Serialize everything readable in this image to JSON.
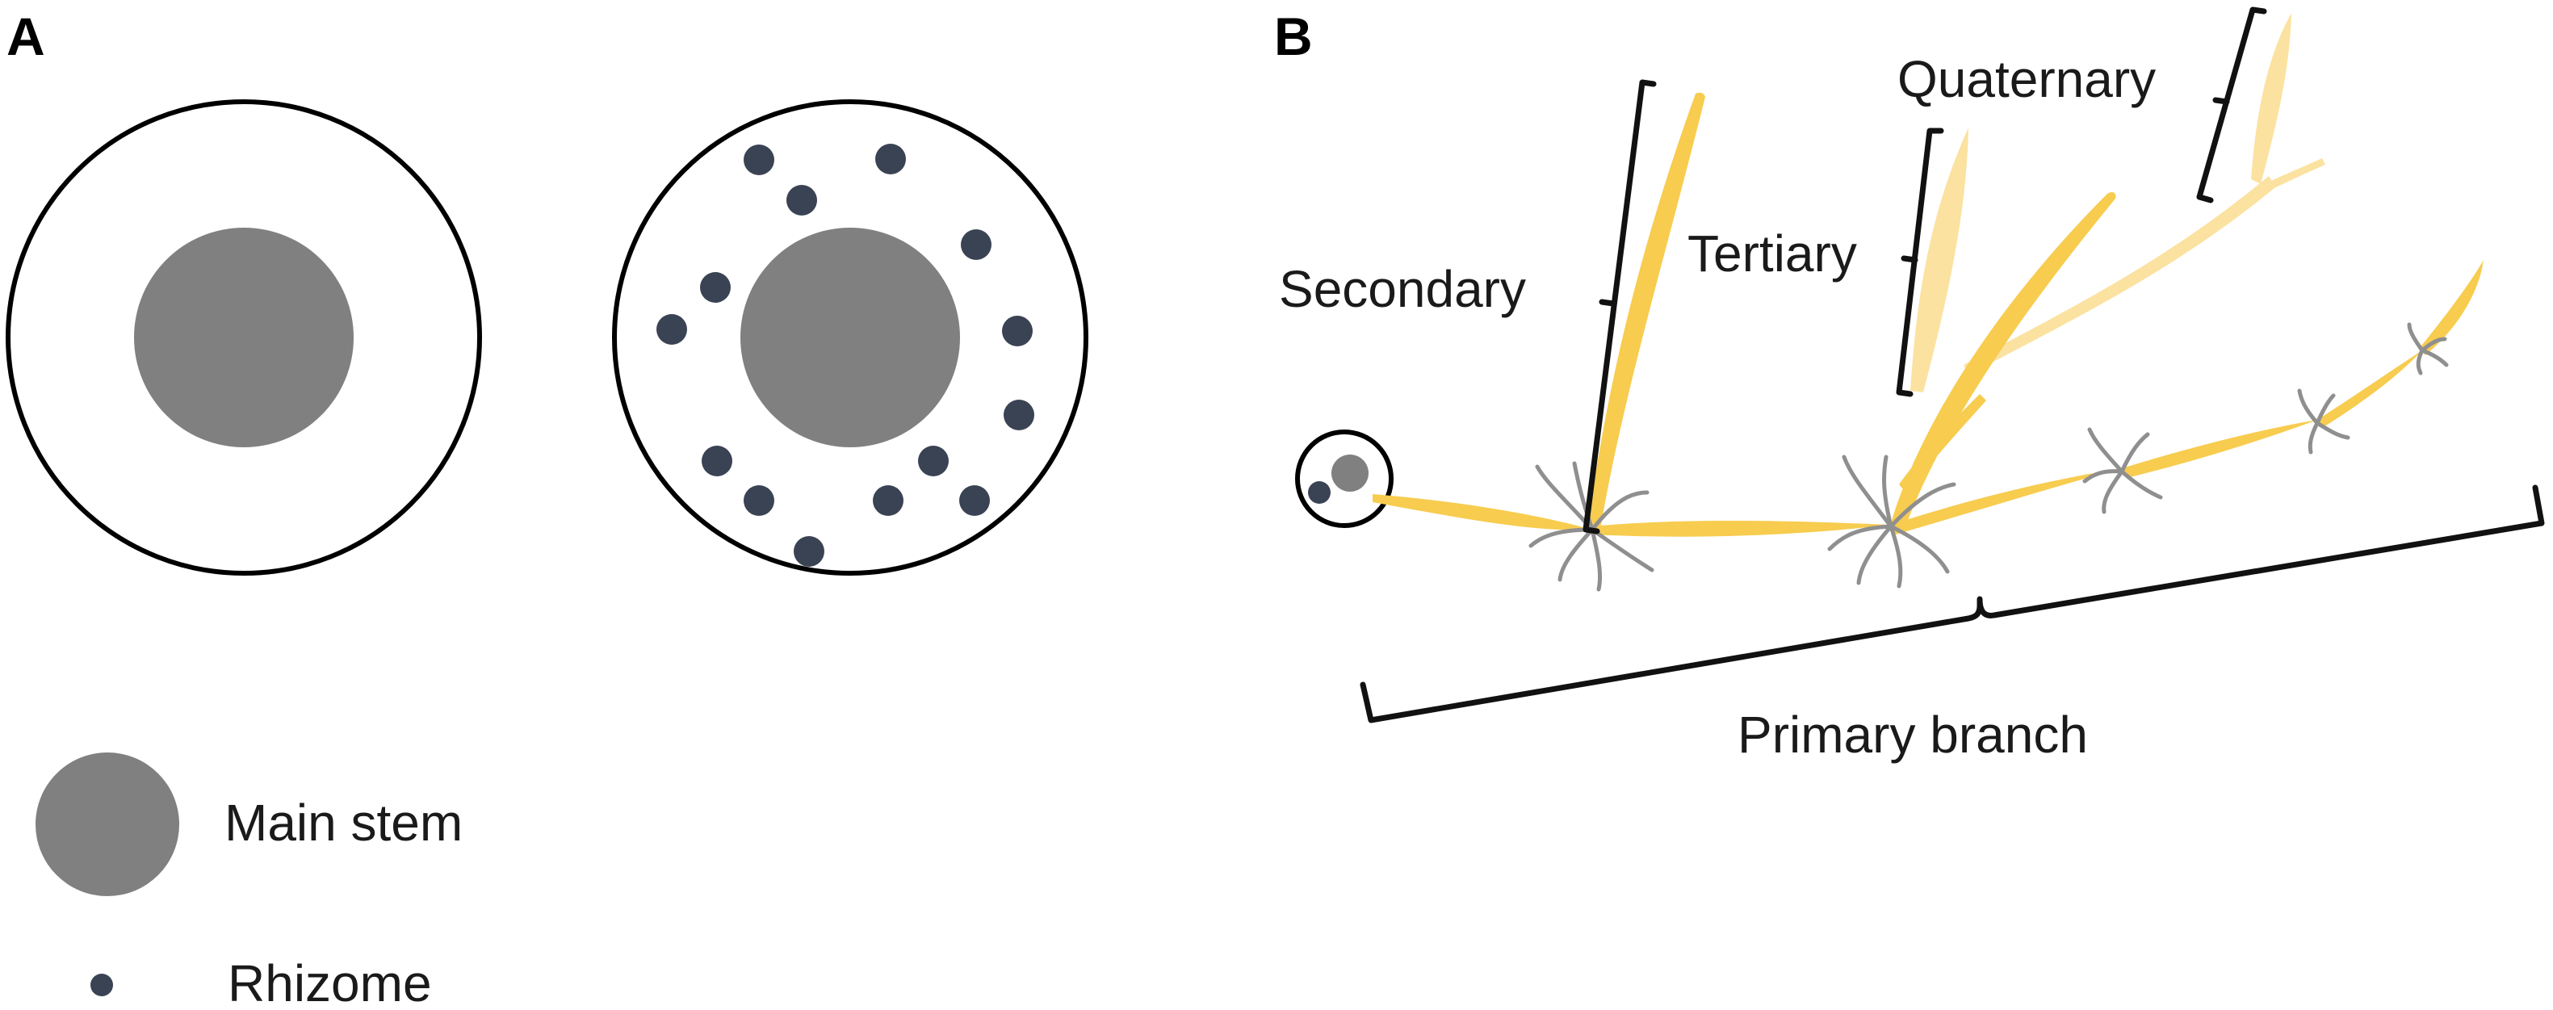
{
  "panels": {
    "a": "A",
    "b": "B"
  },
  "legend": {
    "main_stem": "Main stem",
    "rhizome": "Rhizome"
  },
  "branch_labels": {
    "secondary": "Secondary",
    "tertiary": "Tertiary",
    "quaternary": "Quaternary",
    "primary": "Primary branch"
  },
  "colors": {
    "main_stem": "#808080",
    "rhizome": "#3a4354",
    "branch_yellow": "#f7cc4f",
    "branch_pale": "#fbe2a0",
    "root_gray": "#8f8f8f",
    "outline": "#000000"
  }
}
